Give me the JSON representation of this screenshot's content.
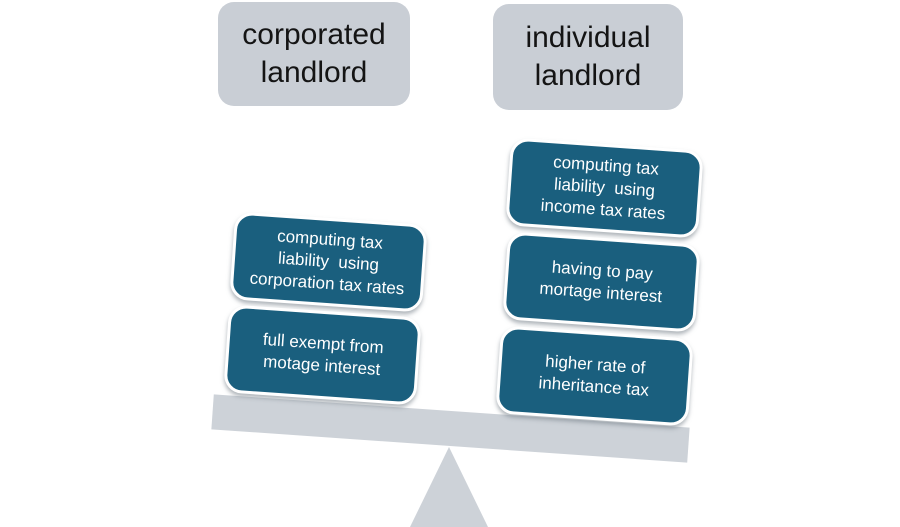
{
  "diagram": {
    "type": "balance-comparison",
    "colors": {
      "teal_box": "#1A5F7E",
      "header_box": "#C9CED5",
      "beam": "#CDD2D8",
      "header_text": "#141414",
      "box_text": "#FFFFFF"
    },
    "headers": {
      "left": "corporated\nlandlord",
      "right": "individual\nlandlord"
    },
    "left_column": {
      "items": [
        "computing tax\nliability  using\ncorporation tax rates",
        "full exempt from\nmotage interest"
      ]
    },
    "right_column": {
      "items": [
        "computing tax\nliability  using\nincome tax rates",
        "having to pay\nmortage interest",
        "higher rate of\ninheritance tax"
      ]
    }
  }
}
